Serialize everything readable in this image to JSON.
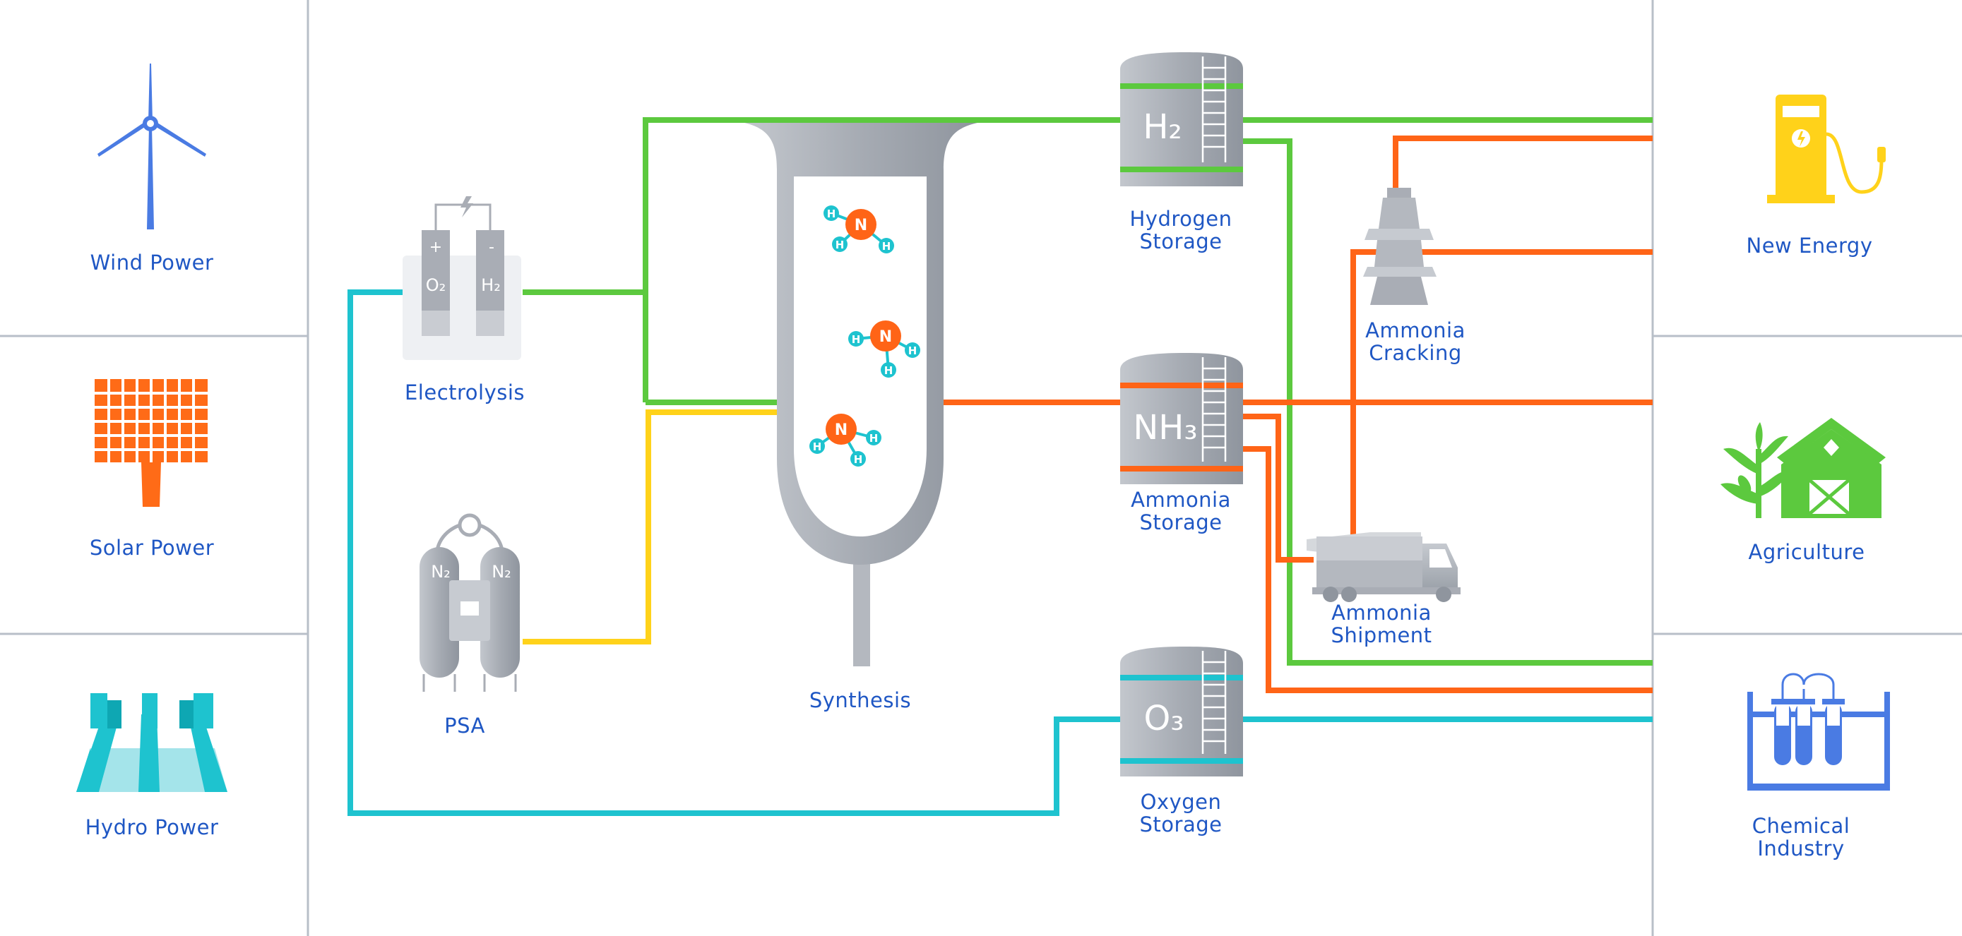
{
  "sources": {
    "wind": "Wind Power",
    "solar": "Solar Power",
    "hydro": "Hydro Power"
  },
  "process": {
    "electrolysis": "Electrolysis",
    "electrolysis_o2": "O₂",
    "electrolysis_h2": "H₂",
    "plus": "+",
    "minus": "-",
    "psa": "PSA",
    "psa_n2": "N₂",
    "synthesis": "Synthesis",
    "atom_n": "N",
    "atom_h": "H"
  },
  "storage": {
    "hydrogen": "Hydrogen\nStorage",
    "hydrogen_formula": "H₂",
    "ammonia": "Ammonia\nStorage",
    "ammonia_formula": "NH₃",
    "oxygen": "Oxygen\nStorage",
    "oxygen_formula": "O₃"
  },
  "logistics": {
    "cracking": "Ammonia\nCracking",
    "shipment": "Ammonia\nShipment"
  },
  "uses": {
    "new_energy": "New Energy",
    "agriculture": "Agriculture",
    "chemical": "Chemical\nIndustry"
  },
  "colors": {
    "hydrogen_line": "#5cc93e",
    "ammonia_line": "#ff6417",
    "oxygen_line": "#1ec3cf",
    "nitrogen_line": "#ffd21a",
    "label": "#1f57c4",
    "equipment": "#a9adb5",
    "divider": "#b8bfc8"
  }
}
